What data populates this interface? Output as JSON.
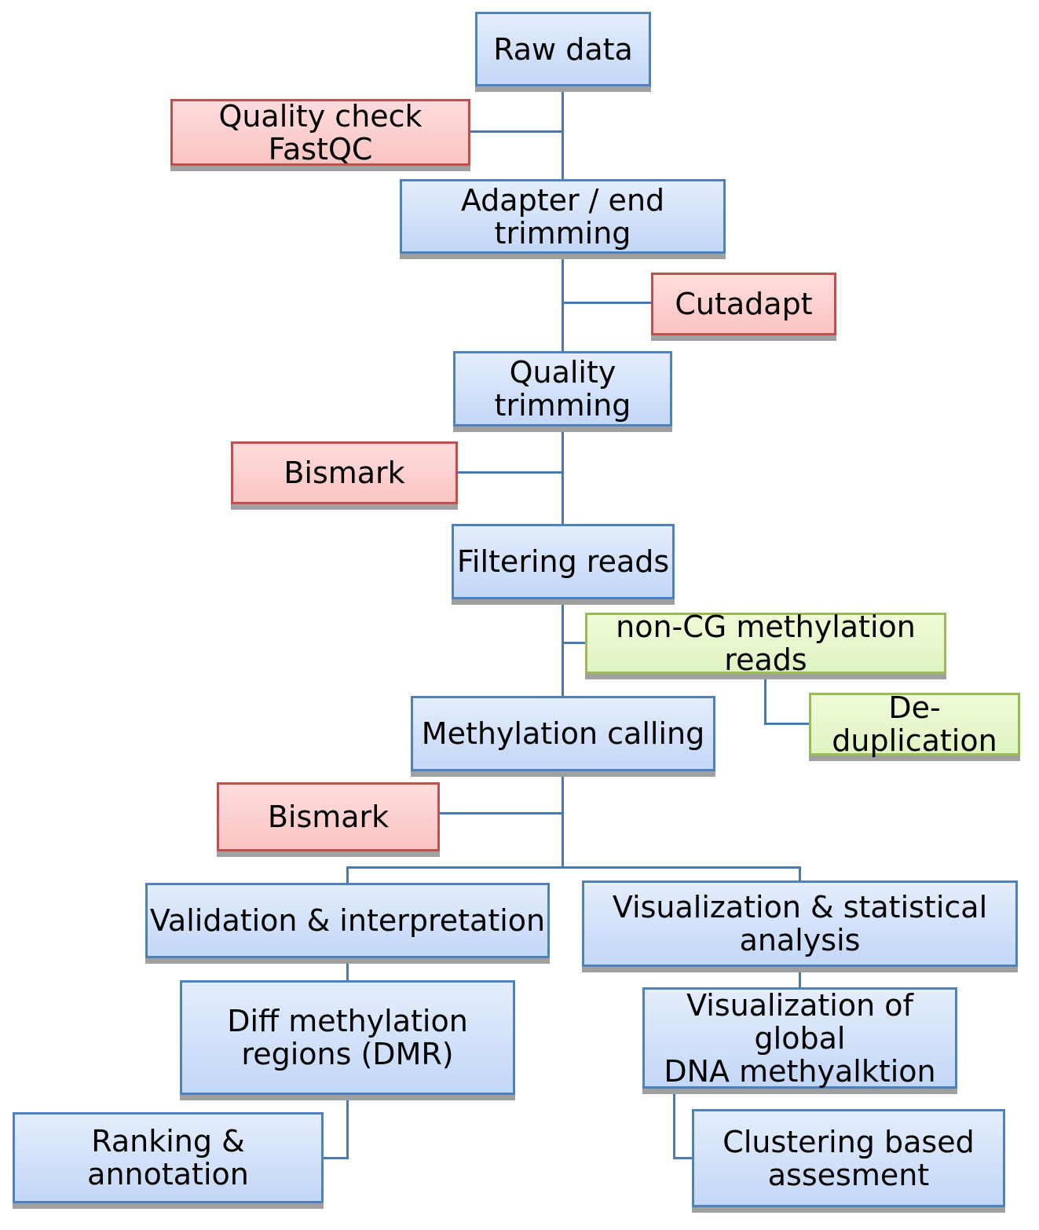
{
  "colors": {
    "process": "#4f81bd",
    "tool": "#c0504d",
    "optional": "#9bbb59",
    "connector": "#4a78b0"
  },
  "nodes": {
    "raw_data": "Raw data",
    "quality_check": "Quality check FastQC",
    "adapter_trimming": "Adapter / end trimming",
    "cutadapt": "Cutadapt",
    "quality_trimming": "Quality\ntrimming",
    "bismark_1": "Bismark",
    "filtering_reads": "Filtering  reads",
    "non_cg": "non-CG methylation\nreads",
    "deduplication": "De-duplication",
    "methylation_calling": "Methylation calling",
    "bismark_2": "Bismark",
    "validation": "Validation & interpretation",
    "visualization_stats": "Visualization & statistical\nanalysis",
    "dmr": "Diff methylation\nregions (DMR)",
    "visualization_global": "Visualization of global\nDNA methyalktion",
    "ranking": "Ranking & annotation",
    "clustering": "Clustering based\nassesment"
  }
}
